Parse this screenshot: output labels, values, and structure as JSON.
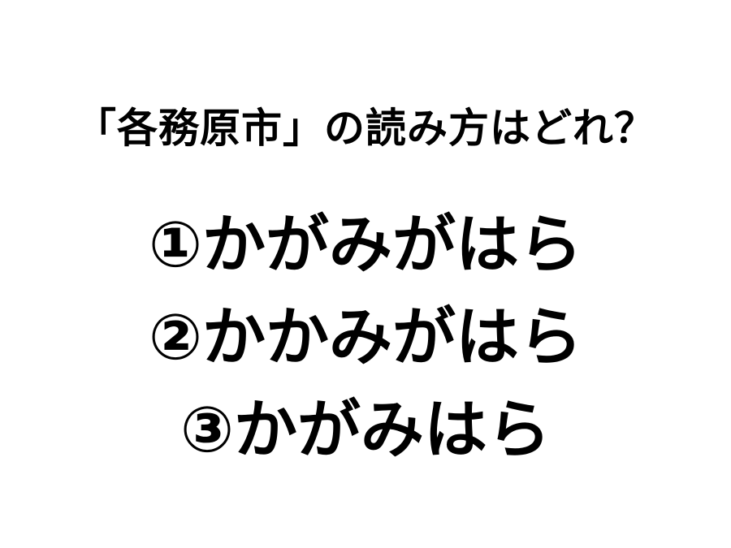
{
  "question": {
    "text": "「各務原市」の読み方はどれ？",
    "kanji": "各務原市"
  },
  "options": [
    {
      "number": "①",
      "reading": "かがみがはら"
    },
    {
      "number": "②",
      "reading": "かかみがはら"
    },
    {
      "number": "③",
      "reading": "かがみはら"
    }
  ],
  "colors": {
    "background": "#ffffff",
    "text": "#000000"
  }
}
